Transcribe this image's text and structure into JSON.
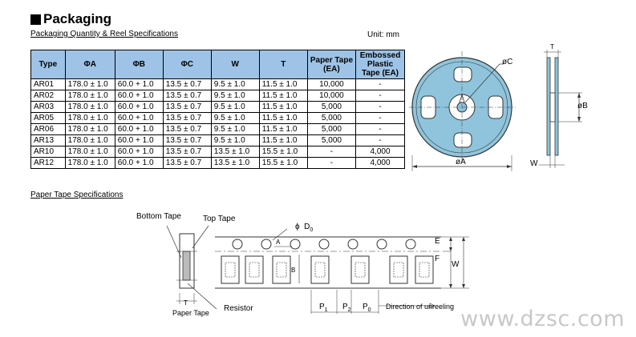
{
  "header": {
    "title": "Packaging",
    "subheading": "Packaging Quantity & Reel Specifications",
    "unit": "Unit: mm"
  },
  "table": {
    "headers": [
      "Type",
      "ΦA",
      "ΦB",
      "ΦC",
      "W",
      "T",
      "Paper Tape (EA)",
      "Embossed Plastic Tape (EA)"
    ],
    "rows": [
      [
        "AR01",
        "178.0 ± 1.0",
        "60.0 + 1.0",
        "13.5 ± 0.7",
        "9.5 ± 1.0",
        "11.5 ± 1.0",
        "10,000",
        "-"
      ],
      [
        "AR02",
        "178.0 ± 1.0",
        "60.0 + 1.0",
        "13.5 ± 0.7",
        "9.5 ± 1.0",
        "11.5 ± 1.0",
        "10,000",
        "-"
      ],
      [
        "AR03",
        "178.0 ± 1.0",
        "60.0 + 1.0",
        "13.5 ± 0.7",
        "9.5 ± 1.0",
        "11.5 ± 1.0",
        "5,000",
        "-"
      ],
      [
        "AR05",
        "178.0 ± 1.0",
        "60.0 + 1.0",
        "13.5 ± 0.7",
        "9.5 ± 1.0",
        "11.5 ± 1.0",
        "5,000",
        "-"
      ],
      [
        "AR06",
        "178.0 ± 1.0",
        "60.0 + 1.0",
        "13.5 ± 0.7",
        "9.5 ± 1.0",
        "11.5 ± 1.0",
        "5,000",
        "-"
      ],
      [
        "AR13",
        "178.0 ± 1.0",
        "60.0 + 1.0",
        "13.5 ± 0.7",
        "9.5 ± 1.0",
        "11.5 ± 1.0",
        "5,000",
        "-"
      ],
      [
        "AR10",
        "178.0 ± 1.0",
        "60.0 + 1.0",
        "13.5 ± 0.7",
        "13.5 ± 1.0",
        "15.5 ± 1.0",
        "-",
        "4,000"
      ],
      [
        "AR12",
        "178.0 ± 1.0",
        "60.0 + 1.0",
        "13.5 ± 0.7",
        "13.5 ± 1.0",
        "15.5 ± 1.0",
        "-",
        "4,000"
      ]
    ]
  },
  "reel": {
    "label_c": "øC",
    "label_b": "øB",
    "label_a": "øA",
    "label_t": "T",
    "label_w": "W"
  },
  "paper_tape": {
    "subheading": "Paper Tape Specifications",
    "bottom_tape": "Bottom Tape",
    "top_tape": "Top Tape",
    "phi": "ϕ",
    "d0": "D",
    "d0_sub": "0",
    "a": "A",
    "b": "B",
    "e": "E",
    "f": "F",
    "w": "W",
    "t": "T",
    "paper_tape": "Paper Tape",
    "resistor": "Resistor",
    "p1": "P",
    "p1_sub": "1",
    "p2": "P",
    "p2_sub": "2",
    "p0": "P",
    "p0_sub": "0",
    "direction": "Direction of unreeling"
  },
  "watermark": "www.dzsc.com",
  "colors": {
    "header_fill": "#9ec3e6",
    "reel_fill": "#8fc4dc",
    "watermark": "#c8c8c8"
  }
}
